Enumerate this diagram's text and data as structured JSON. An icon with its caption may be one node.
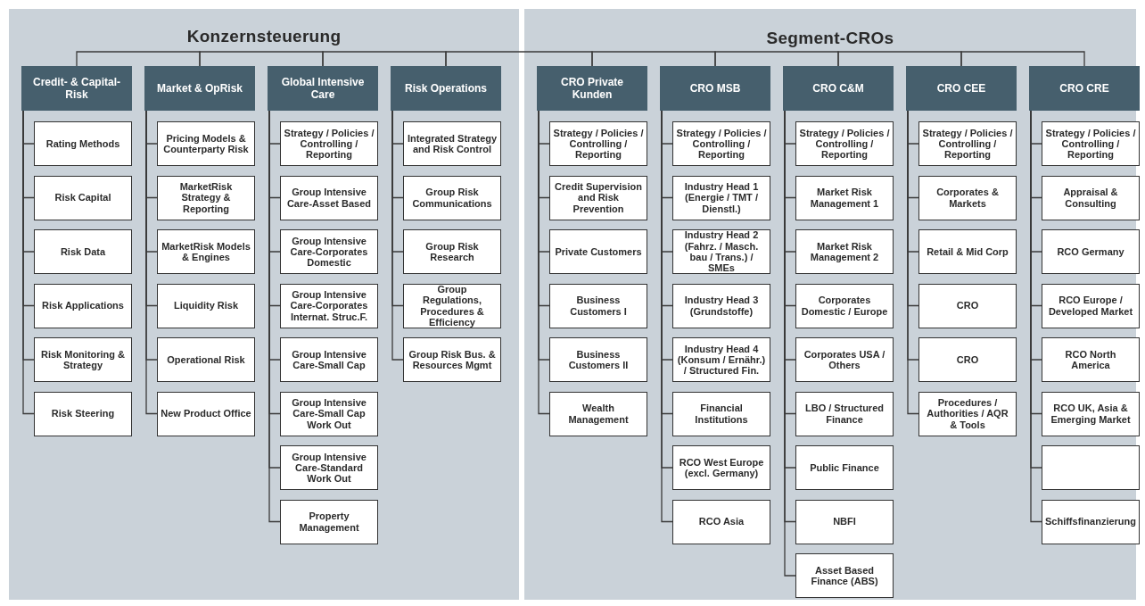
{
  "diagram": {
    "nodes": [
      {
        "text": [
          "Konzernsteuerung"
        ]
      },
      {
        "text": [
          "Credit- & Capital-Risk"
        ],
        "in": 0
      },
      {
        "text": [
          "Rating Methods"
        ],
        "in": 0
      },
      {
        "text": [
          "Risk Capital"
        ],
        "in": 0
      },
      {
        "text": [
          "Risk Data"
        ],
        "in": 0
      },
      {
        "text": [
          "Risk Applications"
        ],
        "in": 0
      },
      {
        "text": [
          "Risk Monitoring & Strategy"
        ],
        "in": 0
      },
      {
        "text": [
          "Risk Steering"
        ],
        "in": 0
      },
      {
        "text": [
          "Market & OpRisk"
        ],
        "in": 0
      },
      {
        "text": [
          "Pricing Models & Counterparty Risk"
        ],
        "in": 0
      },
      {
        "text": [
          "MarketRisk Strategy & Reporting"
        ],
        "in": 0
      },
      {
        "text": [
          "MarketRisk Models & Engines"
        ],
        "in": 0
      },
      {
        "text": [
          "Liquidity Risk"
        ],
        "in": 0
      },
      {
        "text": [
          "Operational Risk"
        ],
        "in": 0
      },
      {
        "text": [
          "New Product Office"
        ],
        "in": 0
      },
      {
        "text": [
          "Global Intensive Care"
        ],
        "in": 0
      },
      {
        "text": [
          "Strategy / Policies / Controlling / Reporting"
        ],
        "in": 0
      },
      {
        "text": [
          "Group Intensive Care-Asset Based"
        ],
        "in": 0
      },
      {
        "text": [
          "Group Intensive Care-Corporates Domestic"
        ],
        "in": 0
      },
      {
        "text": [
          "Group Intensive Care-Corporates Internat. Struc.F."
        ],
        "in": 0
      },
      {
        "text": [
          "Group Intensive Care-Small Cap"
        ],
        "in": 0
      },
      {
        "text": [
          "Group Intensive Care-Small Cap Work Out"
        ],
        "in": 0
      },
      {
        "text": [
          "Group Intensive Care-Standard Work Out"
        ],
        "in": 0
      },
      {
        "text": [
          "Property Management"
        ],
        "in": 0
      },
      {
        "text": [
          "Risk Operations"
        ],
        "in": 0
      },
      {
        "text": [
          "Integrated Strategy and Risk Control"
        ],
        "in": 0
      },
      {
        "text": [
          "Group Risk Communications"
        ],
        "in": 0
      },
      {
        "text": [
          "Group Risk Research"
        ],
        "in": 0
      },
      {
        "text": [
          "Group Regulations, Procedures & Efficiency"
        ],
        "in": 0
      },
      {
        "text": [
          "Group Risk Bus. & Resources Mgmt"
        ],
        "in": 0
      },
      {
        "text": [
          "Segment-CROs"
        ]
      },
      {
        "text": [
          "CRO Private Kunden"
        ],
        "in": 30
      },
      {
        "text": [
          "Strategy / Policies / Controlling / Reporting"
        ],
        "in": 30
      },
      {
        "text": [
          "Credit Supervision and Risk Prevention"
        ],
        "in": 30
      },
      {
        "text": [
          "Private Customers"
        ],
        "in": 30
      },
      {
        "text": [
          "Business Customers I"
        ],
        "in": 30
      },
      {
        "text": [
          "Business Customers II"
        ],
        "in": 30
      },
      {
        "text": [
          "Wealth Management"
        ],
        "in": 30
      },
      {
        "text": [
          "CRO MSB"
        ],
        "in": 30
      },
      {
        "text": [
          "Strategy / Policies / Controlling / Reporting"
        ],
        "in": 30
      },
      {
        "text": [
          "Industry Head 1 (Energie / TMT / Dienstl.)"
        ],
        "in": 30
      },
      {
        "text": [
          "Industry Head 2 (Fahrz. / Masch. bau / Trans.) / SMEs"
        ],
        "in": 30
      },
      {
        "text": [
          "Industry Head 3 (Grundstoffe)"
        ],
        "in": 30
      },
      {
        "text": [
          "Industry Head 4 (Konsum / Ernähr.) / Structured Fin."
        ],
        "in": 30
      },
      {
        "text": [
          "Financial Institutions"
        ],
        "in": 30
      },
      {
        "text": [
          "RCO West Europe (excl. Germany)"
        ],
        "in": 30
      },
      {
        "text": [
          "RCO Asia"
        ],
        "in": 30
      },
      {
        "text": [
          "CRO C&M"
        ],
        "in": 30
      },
      {
        "text": [
          "Strategy / Policies / Controlling / Reporting"
        ],
        "in": 30
      },
      {
        "text": [
          "Market Risk Management 1"
        ],
        "in": 30
      },
      {
        "text": [
          "Market Risk Management 2"
        ],
        "in": 30
      },
      {
        "text": [
          "Corporates Domestic / Europe"
        ],
        "in": 30
      },
      {
        "text": [
          "Corporates USA / Others"
        ],
        "in": 30
      },
      {
        "text": [
          "LBO / Structured Finance"
        ],
        "in": 30
      },
      {
        "text": [
          "Public Finance"
        ],
        "in": 30
      },
      {
        "text": [
          "NBFI"
        ],
        "in": 30
      },
      {
        "text": [
          "Asset Based Finance (ABS)"
        ],
        "in": 30
      },
      {
        "text": [
          "CRO CEE"
        ],
        "in": 30
      },
      {
        "text": [
          "Strategy / Policies / Controlling / Reporting"
        ],
        "in": 30
      },
      {
        "text": [
          "Corporates & Markets"
        ],
        "in": 30
      },
      {
        "text": [
          "Retail & Mid Corp"
        ],
        "in": 30
      },
      {
        "text": [
          "CRO"
        ],
        "in": 30
      },
      {
        "text": [
          "CRO"
        ],
        "in": 30
      },
      {
        "text": [
          "Procedures / Authorities / AQR & Tools"
        ],
        "in": 30
      },
      {
        "text": [
          "CRO CRE"
        ],
        "in": 30
      },
      {
        "text": [
          "Strategy / Policies / Controlling / Reporting"
        ],
        "in": 30
      },
      {
        "text": [
          "Appraisal & Consulting"
        ],
        "in": 30
      },
      {
        "text": [
          "RCO Germany"
        ],
        "in": 30
      },
      {
        "text": [
          "RCO Europe / Developed Market"
        ],
        "in": 30
      },
      {
        "text": [
          "RCO North America"
        ],
        "in": 30
      },
      {
        "text": [
          "RCO UK, Asia & Emerging Market"
        ],
        "in": 30
      },
      {
        "text": [],
        "in": 30,
        "shape": "box"
      },
      {
        "text": [
          "Schiffsfinanzierung"
        ],
        "in": 30
      }
    ],
    "edges": [
      {
        "from": 1,
        "to": 8,
        "arrow": "none"
      },
      {
        "from": 8,
        "to": 15,
        "arrow": "none"
      },
      {
        "from": 15,
        "to": 24,
        "arrow": "none"
      },
      {
        "from": 24,
        "to": 31,
        "arrow": "none"
      },
      {
        "from": 31,
        "to": 38,
        "arrow": "none"
      },
      {
        "from": 38,
        "to": 47,
        "arrow": "none"
      },
      {
        "from": 47,
        "to": 57,
        "arrow": "none"
      },
      {
        "from": 57,
        "to": 64,
        "arrow": "none"
      },
      {
        "from": 1,
        "to": 2,
        "arrow": "none"
      },
      {
        "from": 1,
        "to": 3,
        "arrow": "none"
      },
      {
        "from": 1,
        "to": 4,
        "arrow": "none"
      },
      {
        "from": 1,
        "to": 5,
        "arrow": "none"
      },
      {
        "from": 1,
        "to": 6,
        "arrow": "none"
      },
      {
        "from": 1,
        "to": 7,
        "arrow": "none"
      },
      {
        "from": 8,
        "to": 9,
        "arrow": "none"
      },
      {
        "from": 8,
        "to": 10,
        "arrow": "none"
      },
      {
        "from": 8,
        "to": 11,
        "arrow": "none"
      },
      {
        "from": 8,
        "to": 12,
        "arrow": "none"
      },
      {
        "from": 8,
        "to": 13,
        "arrow": "none"
      },
      {
        "from": 8,
        "to": 14,
        "arrow": "none"
      },
      {
        "from": 15,
        "to": 16,
        "arrow": "none"
      },
      {
        "from": 15,
        "to": 17,
        "arrow": "none"
      },
      {
        "from": 15,
        "to": 18,
        "arrow": "none"
      },
      {
        "from": 15,
        "to": 19,
        "arrow": "none"
      },
      {
        "from": 15,
        "to": 20,
        "arrow": "none"
      },
      {
        "from": 15,
        "to": 21,
        "arrow": "none"
      },
      {
        "from": 15,
        "to": 22,
        "arrow": "none"
      },
      {
        "from": 15,
        "to": 23,
        "arrow": "none"
      },
      {
        "from": 24,
        "to": 25,
        "arrow": "none"
      },
      {
        "from": 24,
        "to": 26,
        "arrow": "none"
      },
      {
        "from": 24,
        "to": 27,
        "arrow": "none"
      },
      {
        "from": 24,
        "to": 28,
        "arrow": "none"
      },
      {
        "from": 24,
        "to": 29,
        "arrow": "none"
      },
      {
        "from": 31,
        "to": 32,
        "arrow": "none"
      },
      {
        "from": 31,
        "to": 33,
        "arrow": "none"
      },
      {
        "from": 31,
        "to": 34,
        "arrow": "none"
      },
      {
        "from": 31,
        "to": 35,
        "arrow": "none"
      },
      {
        "from": 31,
        "to": 36,
        "arrow": "none"
      },
      {
        "from": 31,
        "to": 37,
        "arrow": "none"
      },
      {
        "from": 38,
        "to": 39,
        "arrow": "none"
      },
      {
        "from": 38,
        "to": 40,
        "arrow": "none"
      },
      {
        "from": 38,
        "to": 41,
        "arrow": "none"
      },
      {
        "from": 38,
        "to": 42,
        "arrow": "none"
      },
      {
        "from": 38,
        "to": 43,
        "arrow": "none"
      },
      {
        "from": 38,
        "to": 44,
        "arrow": "none"
      },
      {
        "from": 38,
        "to": 45,
        "arrow": "none"
      },
      {
        "from": 38,
        "to": 46,
        "arrow": "none"
      },
      {
        "from": 47,
        "to": 48,
        "arrow": "none"
      },
      {
        "from": 47,
        "to": 49,
        "arrow": "none"
      },
      {
        "from": 47,
        "to": 50,
        "arrow": "none"
      },
      {
        "from": 47,
        "to": 51,
        "arrow": "none"
      },
      {
        "from": 47,
        "to": 52,
        "arrow": "none"
      },
      {
        "from": 47,
        "to": 53,
        "arrow": "none"
      },
      {
        "from": 47,
        "to": 54,
        "arrow": "none"
      },
      {
        "from": 47,
        "to": 55,
        "arrow": "none"
      },
      {
        "from": 47,
        "to": 56,
        "arrow": "none"
      },
      {
        "from": 57,
        "to": 58,
        "arrow": "none"
      },
      {
        "from": 57,
        "to": 59,
        "arrow": "none"
      },
      {
        "from": 57,
        "to": 60,
        "arrow": "none"
      },
      {
        "from": 57,
        "to": 61,
        "arrow": "none"
      },
      {
        "from": 57,
        "to": 62,
        "arrow": "none"
      },
      {
        "from": 57,
        "to": 63,
        "arrow": "none"
      },
      {
        "from": 64,
        "to": 65,
        "arrow": "none"
      },
      {
        "from": 64,
        "to": 66,
        "arrow": "none"
      },
      {
        "from": 64,
        "to": 67,
        "arrow": "none"
      },
      {
        "from": 64,
        "to": 68,
        "arrow": "none"
      },
      {
        "from": 64,
        "to": 69,
        "arrow": "none"
      },
      {
        "from": 64,
        "to": 70,
        "arrow": "none"
      },
      {
        "from": 64,
        "to": 71,
        "arrow": "none"
      },
      {
        "from": 64,
        "to": 72,
        "arrow": "none"
      }
    ]
  }
}
